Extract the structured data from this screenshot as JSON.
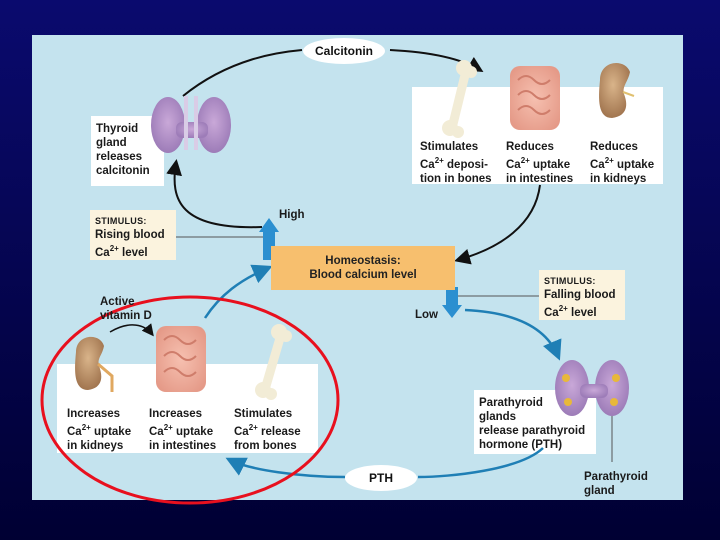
{
  "calcitonin_label": "Calcitonin",
  "pth_label": "PTH",
  "thyroid_text": [
    "Thyroid",
    "gland",
    "releases",
    "calcitonin"
  ],
  "effects_top": [
    {
      "line1": "Stimulates",
      "line2_pre": "Ca",
      "line2_post": " deposi-",
      "line3": "tion in bones"
    },
    {
      "line1": "Reduces",
      "line2_pre": "Ca",
      "line2_post": " uptake",
      "line3": "in intestines"
    },
    {
      "line1": "Reduces",
      "line2_pre": "Ca",
      "line2_post": " uptake",
      "line3": "in kidneys"
    }
  ],
  "effects_bottom": [
    {
      "line1": "Increases",
      "line2_pre": "Ca",
      "line2_post": " uptake",
      "line3": "in kidneys"
    },
    {
      "line1": "Increases",
      "line2_pre": "Ca",
      "line2_post": " uptake",
      "line3": "in intestines"
    },
    {
      "line1": "Stimulates",
      "line2_pre": "Ca",
      "line2_post": " release",
      "line3": "from bones"
    }
  ],
  "charge_sup": "2+",
  "stimulus_high": {
    "tag": "STIMULUS:",
    "line1": "Rising blood",
    "line2_pre": "Ca",
    "line2_post": " level"
  },
  "stimulus_low": {
    "tag": "STIMULUS:",
    "line1": "Falling blood",
    "line2_pre": "Ca",
    "line2_post": " level"
  },
  "high_label": "High",
  "low_label": "Low",
  "homeostasis": {
    "title": "Homeostasis:",
    "subtitle": "Blood calcium level"
  },
  "vitamin_d": [
    "Active",
    "vitamin D"
  ],
  "parathyroid_text": [
    "Parathyroid",
    "glands",
    "release parathyroid",
    "hormone (PTH)"
  ],
  "parathyroid_gland_label": [
    "Parathyroid",
    "gland"
  ],
  "colors": {
    "panel": "#c4e3ee",
    "arrow_blue": "#1f7fb5",
    "homeostasis_box": "#f7bf6e",
    "highlight_circle": "#e8101e"
  }
}
